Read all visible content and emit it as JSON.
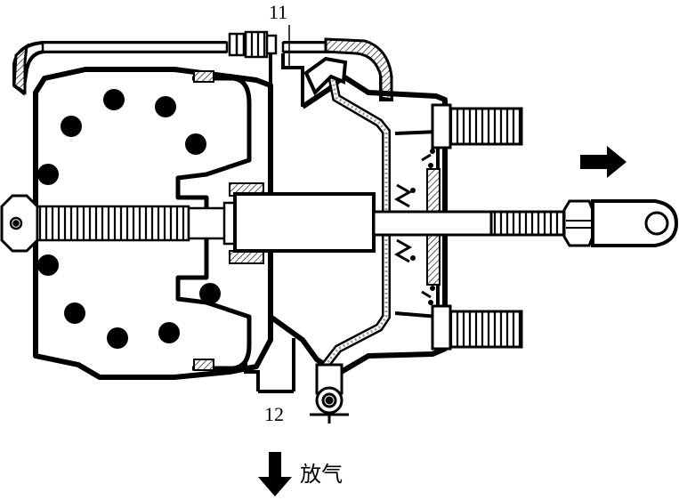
{
  "labels": {
    "port_11": "11",
    "port_12": "12",
    "exhaust": "放气"
  },
  "arrows": {
    "push_rod_direction": "right",
    "exhaust_direction": "down"
  },
  "colors": {
    "line": "#000000",
    "background": "#ffffff",
    "seal": "#9a9a9a"
  }
}
